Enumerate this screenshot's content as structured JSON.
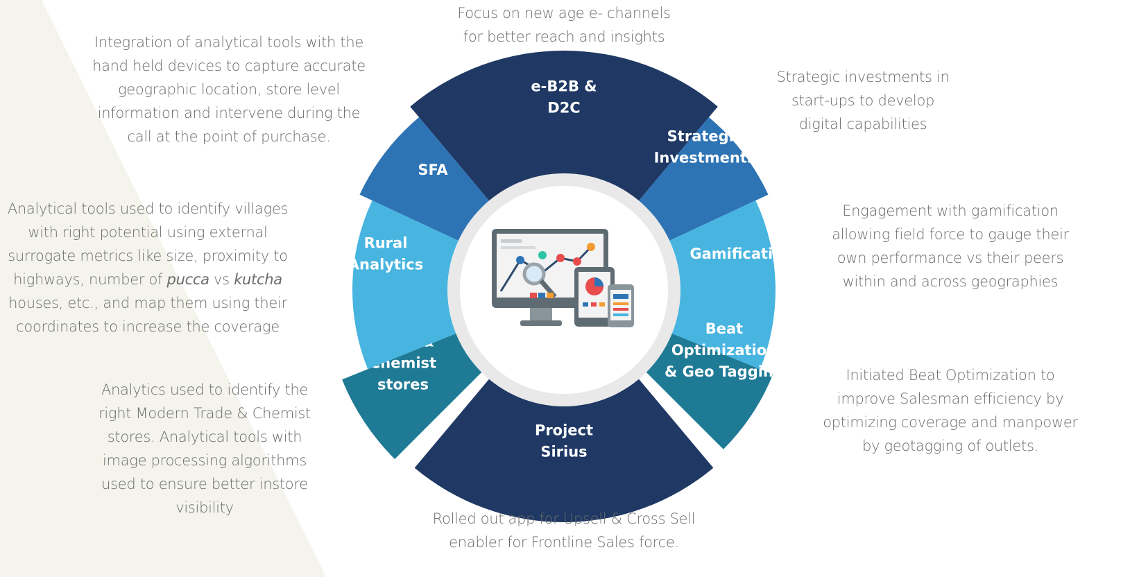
{
  "segments": [
    {
      "id": "eb2b",
      "lines": [
        "e-B2B &",
        "D2C"
      ],
      "color": "#1f3864"
    },
    {
      "id": "strategic",
      "lines": [
        "Strategic",
        "Investments"
      ],
      "color": "#2e74b5"
    },
    {
      "id": "gamification",
      "lines": [
        "Gamification"
      ],
      "color": "#48b5e0"
    },
    {
      "id": "beat",
      "lines": [
        "Beat",
        "Optimization",
        "& Geo Tagging"
      ],
      "color": "#1f7a95"
    },
    {
      "id": "sirius",
      "lines": [
        "Project",
        "Sirius"
      ],
      "color": "#1f3864"
    },
    {
      "id": "analytics-mt",
      "lines": [
        "Analytics",
        "in MT &",
        "Chemist",
        "stores"
      ],
      "color": "#1f7a95"
    },
    {
      "id": "rural",
      "lines": [
        "Rural",
        "Analytics"
      ],
      "color": "#48b5e0"
    },
    {
      "id": "sfa",
      "lines": [
        "SFA"
      ],
      "color": "#2e74b5"
    }
  ],
  "descriptions": {
    "top": [
      "Focus on new age e- channels",
      "for better reach and insights"
    ],
    "top_left": [
      "Integration of analytical tools with the",
      "hand held devices to capture accurate",
      "geographic location, store level",
      "information and intervene during the",
      "call at the point of purchase."
    ],
    "top_right": [
      "Strategic investments in",
      "start-ups to develop",
      "digital capabilities"
    ],
    "left_l1": "Analytical tools used to identify villages",
    "left_l2": "with right potential using external",
    "left_l3": "surrogate metrics like size, proximity to",
    "left_l4_a": "highways, number of ",
    "left_l4_b": "pucca",
    "left_l4_c": " vs ",
    "left_l4_d": "kutcha",
    "left_l5": "houses, etc., and map them using their",
    "left_l6": "coordinates to increase the coverage",
    "right": [
      "Engagement with gamification",
      "allowing  field force to gauge their",
      "own performance vs their peers",
      "within and across geographies"
    ],
    "bottom_left": [
      "Analytics used to identify the",
      "right Modern Trade & Chemist",
      "stores. Analytical tools with",
      "image processing algorithms",
      "used to ensure better instore",
      "visibility"
    ],
    "bottom_right": [
      "Initiated Beat Optimization to",
      "improve Salesman efficiency by",
      "optimizing coverage and manpower",
      "by geotagging of outlets."
    ],
    "bottom": [
      "Rolled out app for Upsell & Cross Sell",
      "enabler for Frontline Sales force."
    ]
  },
  "colors": {
    "background_triangle": "#f4f4ec",
    "inner_ring": "#e9e9e9",
    "center": "#ffffff"
  },
  "icon": "analytics-dashboard-icon"
}
